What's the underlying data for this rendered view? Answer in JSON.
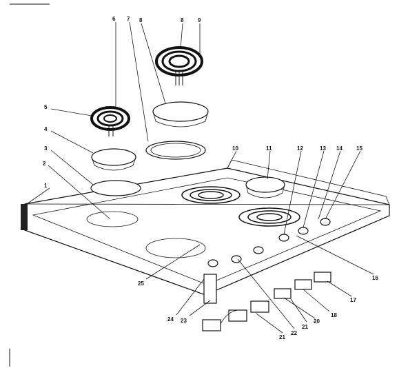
{
  "labels": {
    "l1": "1",
    "l2": "2",
    "l3": "3",
    "l4": "4",
    "l5": "5",
    "l6": "6",
    "l7": "7",
    "l8": "8",
    "l8b": "8",
    "l9": "9",
    "l10": "10",
    "l11": "11",
    "l12": "12",
    "l13": "13",
    "l14": "14",
    "l15": "15",
    "l16": "16",
    "l17": "17",
    "l18": "18",
    "l20": "20",
    "l21a": "21",
    "l21b": "21",
    "l22": "22",
    "l23": "23",
    "l24": "24",
    "l25": "25"
  }
}
